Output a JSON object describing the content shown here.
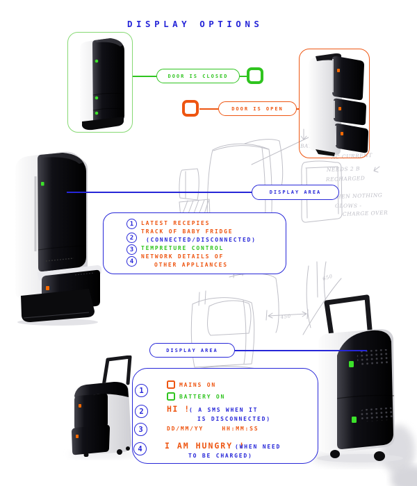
{
  "title": "DISPLAY OPTIONS",
  "colors": {
    "blue": "#2626d8",
    "orange": "#ee5511",
    "green": "#2fc41f",
    "photo_box_green": "#86d973",
    "sketch_gray": "#bfbfc7",
    "indicator_green": "#3ce22a",
    "indicator_orange": "#ff6a00"
  },
  "door_options": {
    "closed_label": "DOOR IS CLOSED",
    "open_label": "DOOR IS OPEN"
  },
  "display_area_label": "DISPLAY AREA",
  "fridge_display": {
    "nums": [
      "1",
      "2",
      "3",
      "4"
    ],
    "line1": "LATEST RECEPIES",
    "line2a": "TRACK OF BABY FRIDGE",
    "line2b": "(CONNECTED/DISCONNECTED)",
    "line3": "TEMPRETURE CONTROL",
    "line4a": "NETWORK DETAILS OF",
    "line4b": "OTHER APPLIANCES"
  },
  "trolley_display": {
    "nums": [
      "1",
      "2",
      "3",
      "4"
    ],
    "mains_label": "MAINS ON",
    "battery_label": "BATTERY ON",
    "hi_label": "HI !",
    "sms_note_a": "( A SMS WHEN IT",
    "sms_note_b": "IS DISCONNECTED)",
    "datetime": "DD/MM/YY    HH:MM:SS",
    "hungry_label": "I AM HUNGRY !",
    "hungry_note_a": "(WHEN NEED",
    "hungry_note_b": "TO BE CHARGED)"
  },
  "sketch_notes": {
    "battery": "BATTERY",
    "ac_current": "AC CURRENT",
    "needs": "NEEDS 2 B",
    "recharged": "RECHARGED",
    "when_nothing": "WHEN NOTHING",
    "glows": "GLOWS -",
    "charge_over": "CHARGE OVER",
    "dim_650": "650",
    "dim_450": "450"
  }
}
